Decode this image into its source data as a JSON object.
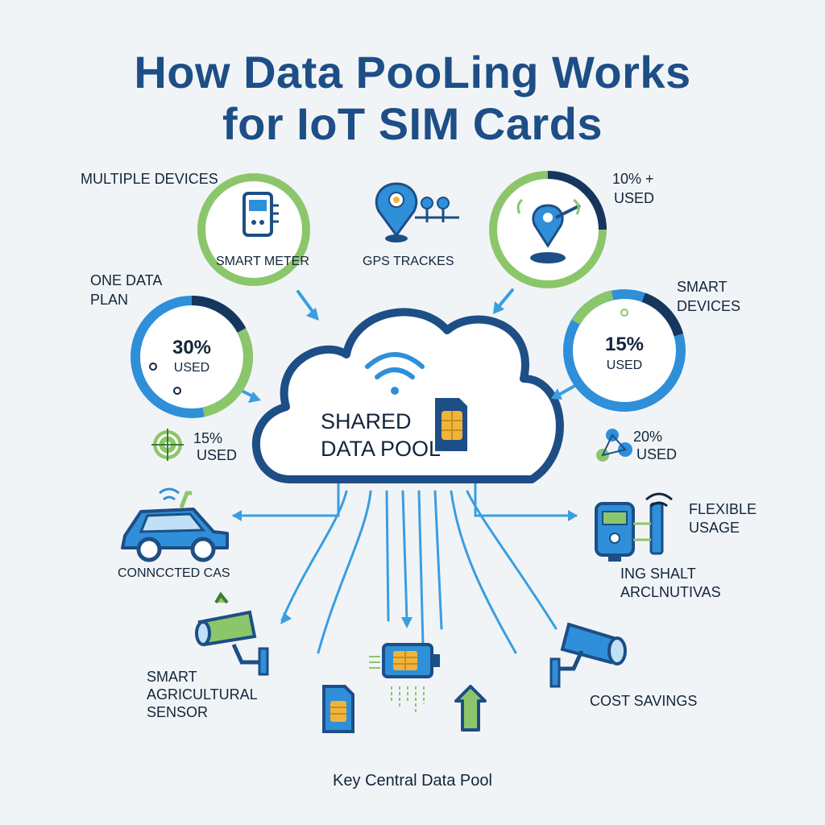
{
  "title": {
    "line1": "How Data PooLing Works",
    "line2": "for IoT SIM Cards"
  },
  "cloud": {
    "line1": "SHARED",
    "line2": "DATA POOL"
  },
  "devices": {
    "multiple_devices": "MULTIPLE DEVICES",
    "smart_meter": "SMART METER",
    "gps_trackers": "GPS TRACKES",
    "ten_used_line1": "10% +",
    "ten_used_line2": "USED",
    "one_data_plan_line1": "ONE DATA",
    "one_data_plan_line2": "PLAN",
    "ring_left_pct": "30%",
    "ring_left_used": "USED",
    "smart_devices_line1": "SMART",
    "smart_devices_line2": "DEVICES",
    "ring_right_pct": "15%",
    "ring_right_used": "USED",
    "small_left_pct": "15%",
    "small_left_used": "USED",
    "small_right_pct": "20%",
    "small_right_used": "USED",
    "connected_cars": "CONNCCTED CAS",
    "flexible_usage_line1": "FLEXIBLE",
    "flexible_usage_line2": "USAGE",
    "ing_shalt_line1": "ING SHALT",
    "ing_shalt_line2": "ARCLNUTIVAS",
    "agri_line1": "SMART",
    "agri_line2": "AGRICULTURAL",
    "agri_line3": "SENSOR",
    "cost_savings": "COST SAVINGS"
  },
  "footer": "Key Central Data Pool",
  "usage": {
    "ring_left": 0.3,
    "ring_right": 0.15
  },
  "colors": {
    "navy": "#1d4e86",
    "blue": "#2f8fd8",
    "green": "#8cc66a",
    "dark_navy": "#16365e",
    "sim_gold": "#f0b43a"
  }
}
